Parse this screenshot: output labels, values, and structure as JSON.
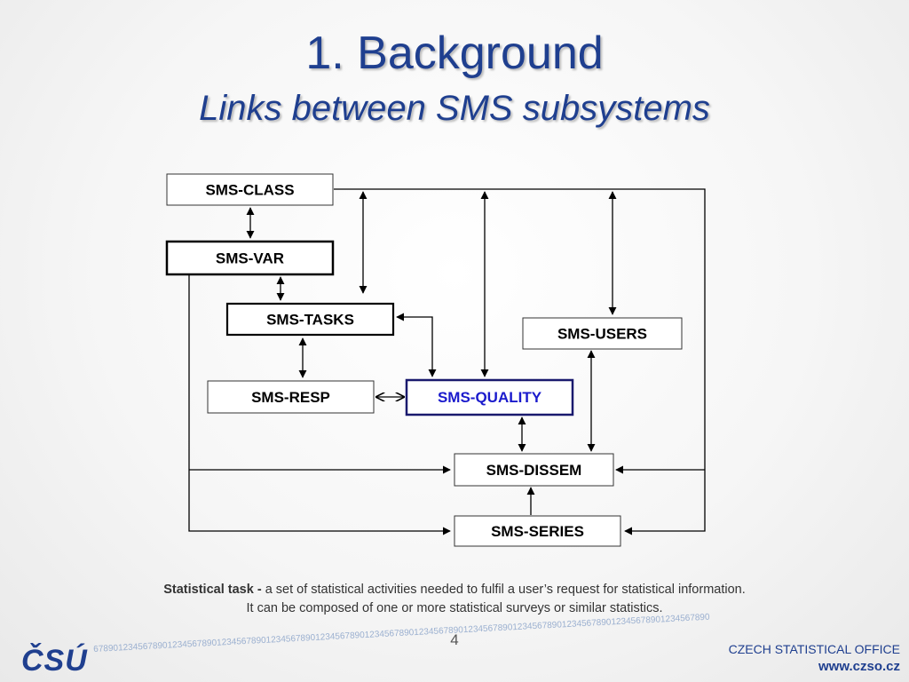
{
  "slide": {
    "title": "1. Background",
    "subtitle": "Links between SMS subsystems",
    "page_number": "4"
  },
  "nodes": {
    "class": "SMS-CLASS",
    "var": "SMS-VAR",
    "tasks": "SMS-TASKS",
    "users": "SMS-USERS",
    "resp": "SMS-RESP",
    "quality": "SMS-QUALITY",
    "dissem": "SMS-DISSEM",
    "series": "SMS-SERIES"
  },
  "caption": {
    "term": "Statistical task -",
    "definition": "a set of statistical activities needed to fulfil a user’s request for statistical information.",
    "line2": "It can be composed of one or more statistical surveys or similar statistics."
  },
  "footer": {
    "logo": "ČSÚ",
    "digits": "67890123456789012345678901234567890123456789012345678901234567890123456789012345678901234567890123456789012345678901234567890",
    "office": "CZECH STATISTICAL OFFICE",
    "url": "www.czso.cz"
  },
  "colors": {
    "title": "#1f3f8f",
    "quality_text": "#1a1acc",
    "quality_border": "#1a1a6e"
  }
}
